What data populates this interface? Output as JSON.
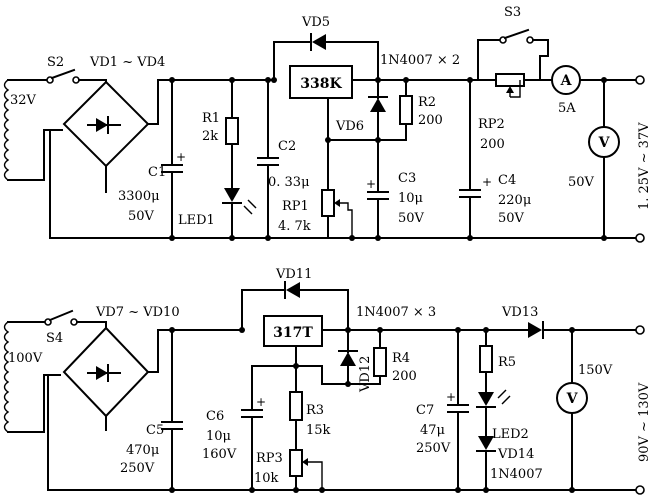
{
  "top": {
    "S2": "S2",
    "bridge": "VD1 ~ VD4",
    "vin": "32V",
    "R1": "R1",
    "R1v": "2k",
    "C1": "C1",
    "C1v": "3300μ",
    "C1u": "50V",
    "LED1": "LED1",
    "C2": "C2",
    "C2v": "0. 33μ",
    "VD5": "VD5",
    "ic": "338K",
    "diodes": "1N4007 × 2",
    "VD6": "VD6",
    "R2": "R2",
    "R2v": "200",
    "RP1": "RP1",
    "RP1v": "4. 7k",
    "C3": "C3",
    "C3v": "10μ",
    "C3u": "50V",
    "S3": "S3",
    "RP2": "RP2",
    "RP2v": "200",
    "C4": "C4",
    "C4v": "220μ",
    "C4u": "50V",
    "ammeter": "A",
    "ammeter_range": "5A",
    "voltmeter": "V",
    "voltmeter_range": "50V",
    "vout": "1. 25V ~ 37V"
  },
  "bottom": {
    "S4": "S4",
    "bridge": "VD7 ~ VD10",
    "vin": "100V",
    "C5": "C5",
    "C5v": "470μ",
    "C5u": "250V",
    "C6": "C6",
    "C6v": "10μ",
    "C6u": "160V",
    "VD11": "VD11",
    "ic": "317T",
    "diodes": "1N4007 × 3",
    "VD12": "VD12",
    "R3": "R3",
    "R3v": "15k",
    "R4": "R4",
    "R4v": "200",
    "RP3": "RP3",
    "RP3v": "10k",
    "C7": "C7",
    "C7v": "47μ",
    "C7u": "250V",
    "R5": "R5",
    "LED2": "LED2",
    "VD14": "VD14",
    "VD14v": "1N4007",
    "VD13": "VD13",
    "voltmeter": "V",
    "voltmeter_range": "150V",
    "vout": "90V ~ 130V"
  }
}
